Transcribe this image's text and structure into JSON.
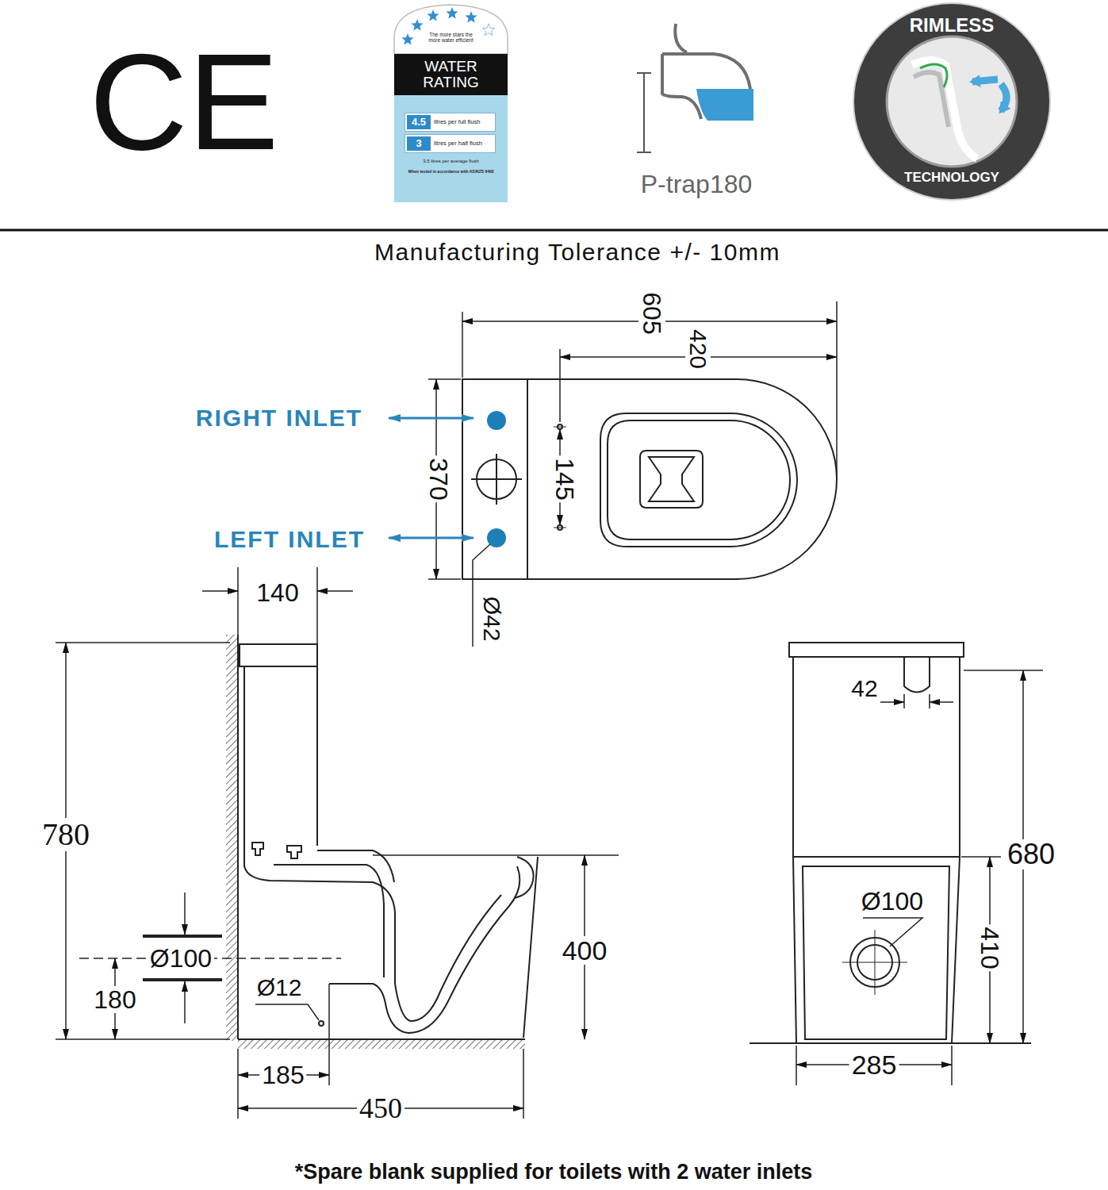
{
  "diagram": {
    "nodes": [
      {
        "text": [
          "The more stars the more water efficient",
          "WATER RATING",
          "3.5 litres per average flush",
          "When tested in accordance with AS/NZS 6400"
        ]
      },
      {
        "text": [
          "4.5",
          "litres per full flush"
        ],
        "in": 0
      },
      {
        "text": [
          "3",
          "litres per half flush"
        ],
        "in": 0
      },
      {
        "text": [
          "RIMLESS",
          "TECHNOLOGY"
        ]
      }
    ],
    "labels": [
      "CE",
      "P-trap180",
      "Manufacturing Tolerance +/- 10mm",
      "605",
      "420",
      "RIGHT INLET",
      "370",
      "145",
      "LEFT INLET",
      "140",
      "Ø42",
      "780",
      "42",
      "680",
      "Ø100",
      "Ø100",
      "400",
      "410",
      "Ø12",
      "180",
      "185",
      "285",
      "450",
      "*Spare blank supplied for toilets with 2 water inlets"
    ]
  }
}
